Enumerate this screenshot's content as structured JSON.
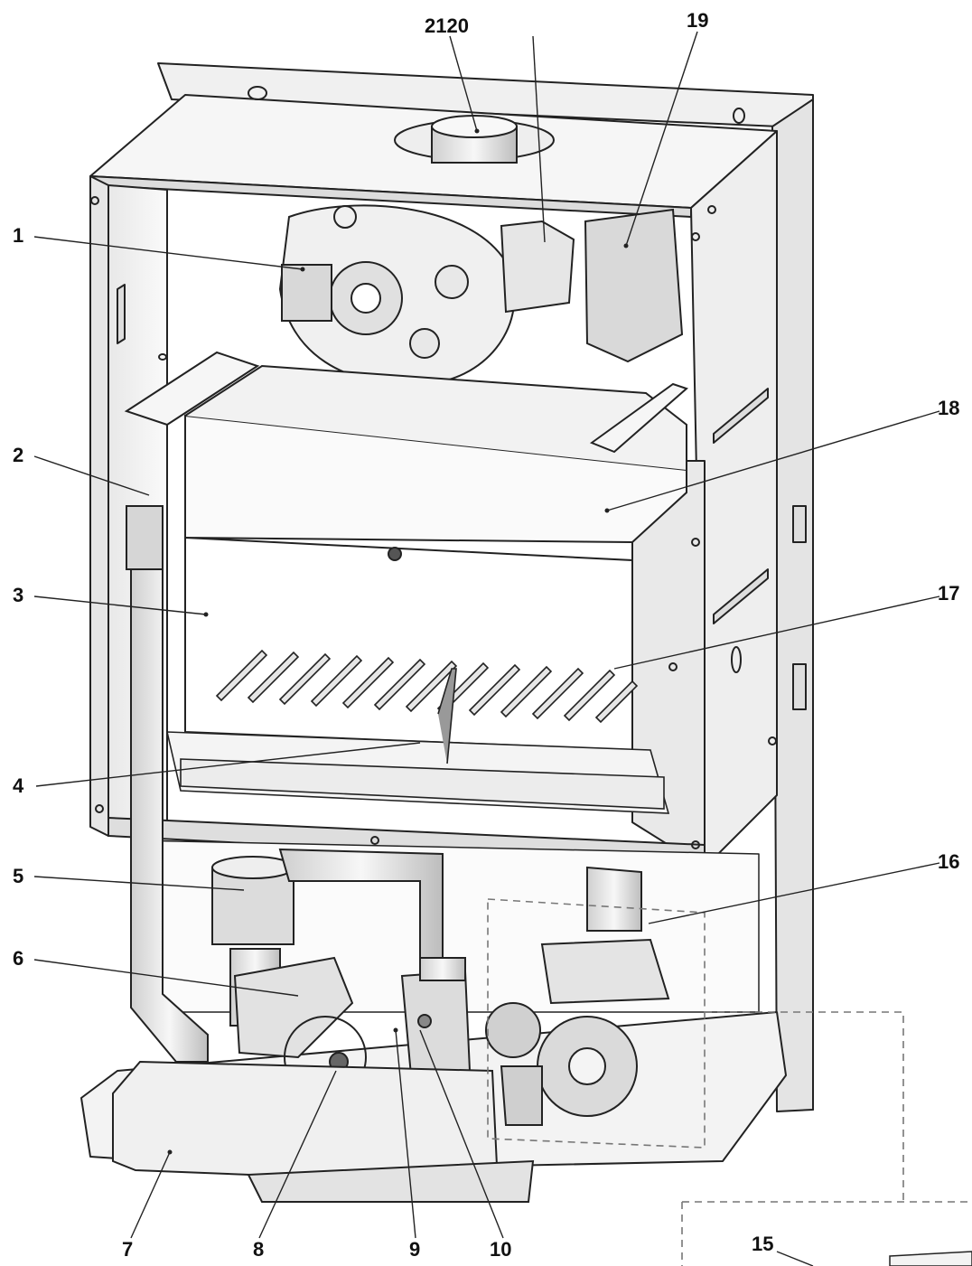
{
  "callouts": {
    "c1": "1",
    "c2": "2",
    "c3": "3",
    "c4": "4",
    "c5": "5",
    "c6": "6",
    "c7": "7",
    "c8": "8",
    "c9": "9",
    "c10": "10",
    "c15": "15",
    "c16": "16",
    "c17": "17",
    "c18": "18",
    "c19": "19",
    "c2120": "2120"
  },
  "colors": {
    "line": "#222222",
    "panel": "#f2f2f2",
    "panel_dark": "#d9d9d9",
    "dashed": "#777777"
  }
}
